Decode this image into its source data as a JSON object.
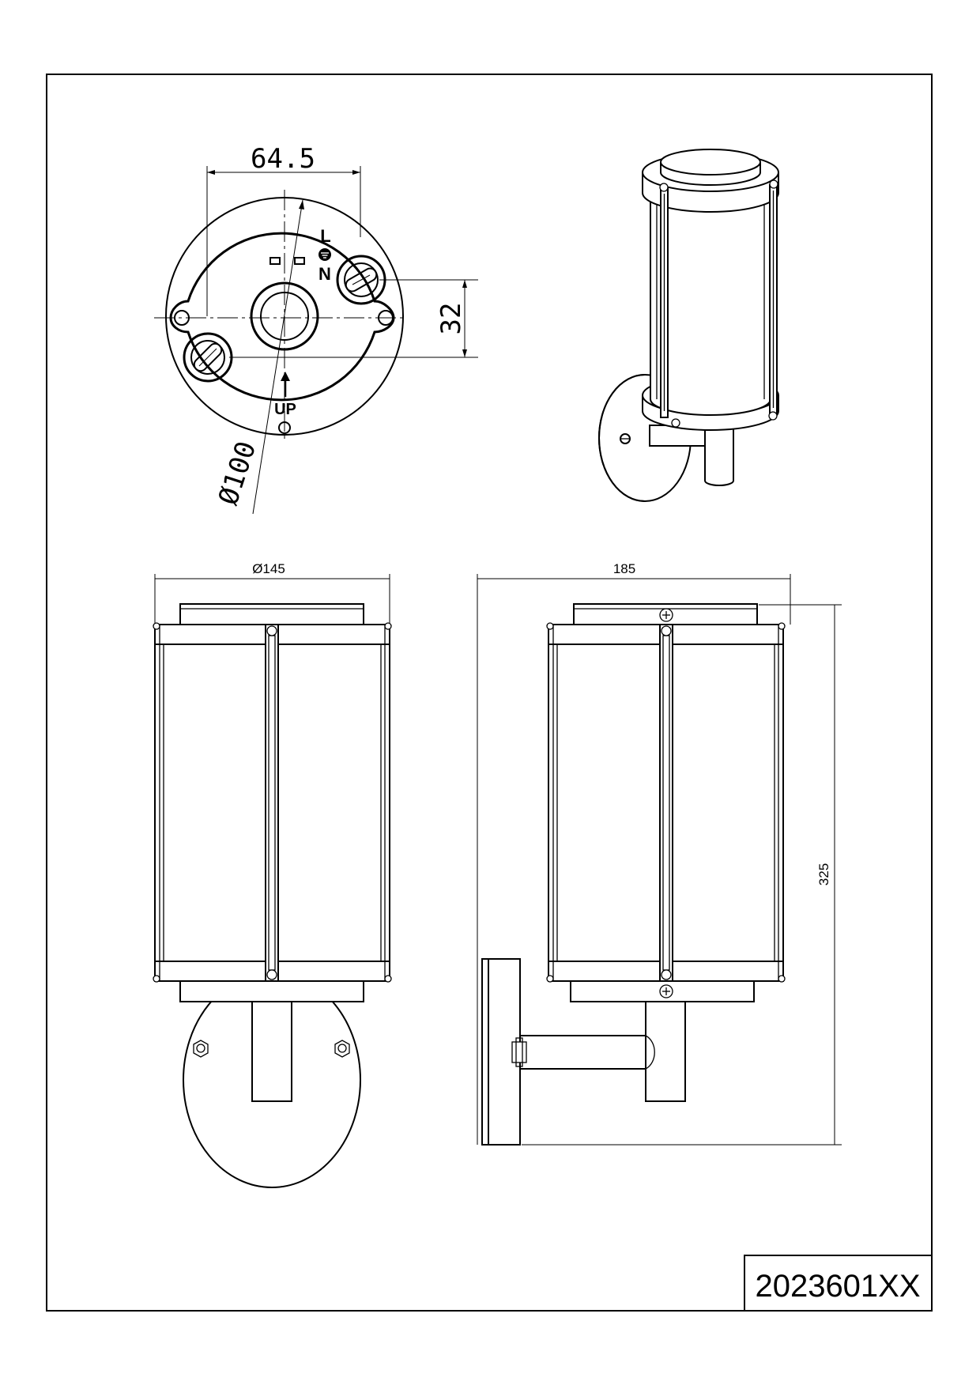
{
  "part_number": "2023601XX",
  "dimensions": {
    "plate_hole_spacing": "64.5",
    "plate_hole_offset": "32",
    "plate_diameter": "Ø100",
    "shade_diameter": "Ø145",
    "projection": "185",
    "height": "325"
  },
  "terminals": {
    "live": "L",
    "neutral": "N",
    "earth_symbol": "⏚"
  },
  "mounting_marker": "UP",
  "colors": {
    "line": "#000000",
    "paper": "#ffffff"
  }
}
